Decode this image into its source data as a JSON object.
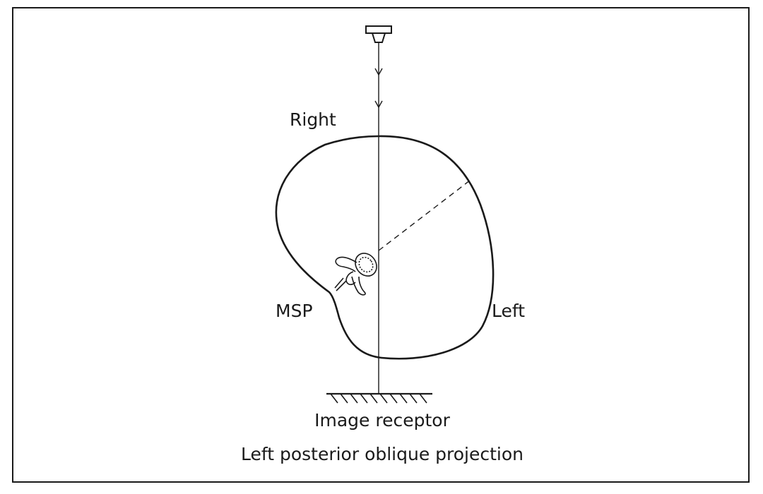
{
  "labels": {
    "right": "Right",
    "left": "Left",
    "msp": "MSP",
    "image_receptor": "Image receptor",
    "projection": "Left posterior oblique projection"
  },
  "colors": {
    "stroke": "#1a1a1a",
    "background": "#ffffff"
  },
  "icons": {
    "x_ray_tube": "x-ray-tube-icon",
    "vertebra": "vertebra-icon"
  }
}
